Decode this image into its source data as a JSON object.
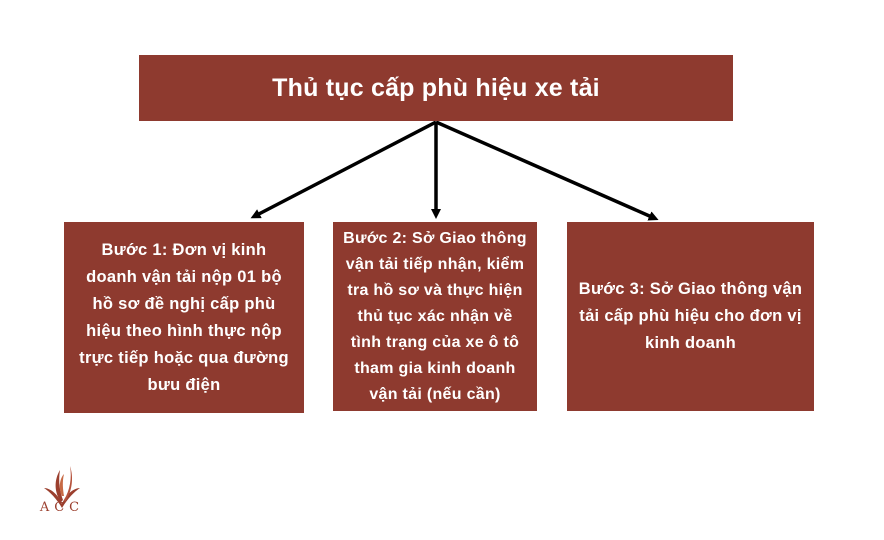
{
  "title": "Thủ tục cấp phù hiệu xe tải",
  "steps": [
    {
      "text": "Bước 1: Đơn vị kinh doanh vận tải nộp 01 bộ hồ sơ đề nghị cấp phù hiệu theo hình thực nộp trực tiếp hoặc qua đường bưu điện"
    },
    {
      "text": "Bước 2: Sở Giao thông vận tải tiếp nhận, kiểm tra hồ sơ và thực hiện thủ tục xác nhận về tình trạng của xe ô tô tham gia kinh doanh vận tải (nếu cần)"
    },
    {
      "text": "Bước 3: Sở Giao thông vận tải cấp phù hiệu cho đơn vị kinh doanh"
    }
  ],
  "logo": {
    "text": "ACC"
  },
  "colors": {
    "box": "#8e3a2f",
    "text": "#ffffff",
    "arrow": "#000000",
    "logo": "#9b3f2e"
  }
}
